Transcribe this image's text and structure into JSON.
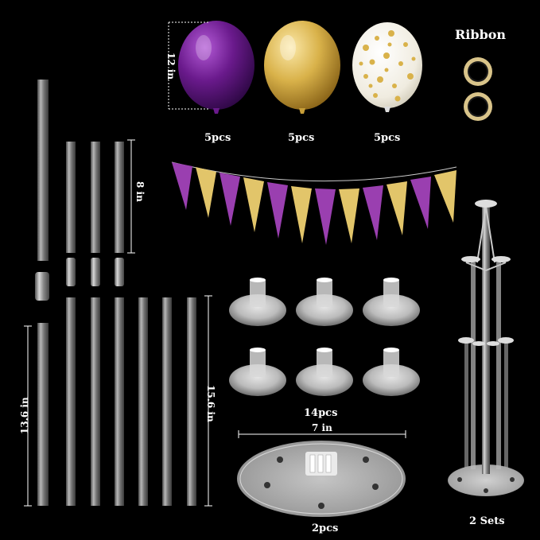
{
  "labels": {
    "balloon_size": "12 in",
    "purple_qty": "5pcs",
    "gold_qty": "5pcs",
    "confetti_qty": "5pcs",
    "ribbon": "Ribbon",
    "short_tube": "8 in",
    "long_tube_left": "13.6 in",
    "long_tube_right": "15.6 in",
    "cups_qty": "14pcs",
    "base_width": "7 in",
    "base_qty": "2pcs",
    "stand_qty": "2 Sets"
  },
  "colors": {
    "purple": "#6a1a8c",
    "gold": "#d9b24a",
    "banner_purple": "#9a3fb0",
    "banner_gold": "#e2c56a"
  }
}
